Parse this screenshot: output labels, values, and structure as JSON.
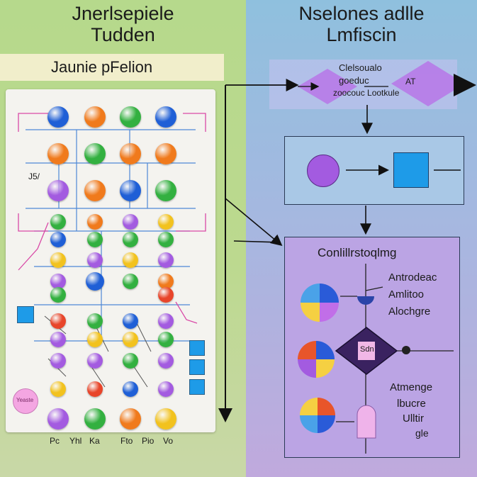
{
  "left": {
    "title_line1": "Jnerlsepiele",
    "title_line2": "Tudden",
    "subtitle": "Jaunie pFelion",
    "side_label": "J5/",
    "pink_label": "Yeaste",
    "footer_labels": [
      "Pc",
      "Yhl",
      "Ka",
      "Fto",
      "Pio",
      "Vo"
    ]
  },
  "right": {
    "title_line1": "Nselones adlle",
    "title_line2": "Lmfiscin",
    "box1_text_line1": "Clelsoualo",
    "box1_text_line2": "goeduc",
    "box1_text_line3": "zoocouc Lootkule",
    "box1_text_side": "AT",
    "panel3_title": "Conlillrstoqlmg",
    "panel3_labels_top": [
      "Antrodeac",
      "Amlitoo",
      "Alochgre"
    ],
    "panel3_labels_bottom": [
      "Atmenge",
      "lbucre",
      "Ulltir",
      "gle"
    ],
    "diamond_text": "Sdn"
  },
  "colors": {
    "blue": "#1f5fd6",
    "orange": "#f07a1c",
    "green": "#33b040",
    "purple": "#a35be0",
    "yellow": "#f2c21e",
    "red": "#e8452a",
    "pink": "#f4a6e2",
    "square_blue": "#1e9be8"
  },
  "dot_grid": [
    [
      "blue",
      "orange",
      "green",
      "blue"
    ],
    [
      "orange",
      "green",
      "orange",
      "orange"
    ],
    [
      "purple",
      "orange",
      "blue",
      "green"
    ],
    [
      "green",
      "orange",
      "purple",
      "yellow"
    ],
    [
      "blue",
      "green",
      "green",
      "green"
    ],
    [
      "yellow",
      "purple",
      "yellow",
      "purple"
    ],
    [
      "purple",
      "blue",
      "green",
      "orange"
    ],
    [
      "green",
      "",
      "",
      "red"
    ],
    [
      "red",
      "green",
      "blue",
      "purple"
    ],
    [
      "purple",
      "yellow",
      "yellow",
      "green"
    ],
    [
      "purple",
      "purple",
      "green",
      "purple"
    ],
    [
      "yellow",
      "red",
      "blue",
      "purple"
    ],
    [
      "purple",
      "green",
      "orange",
      "yellow"
    ]
  ]
}
